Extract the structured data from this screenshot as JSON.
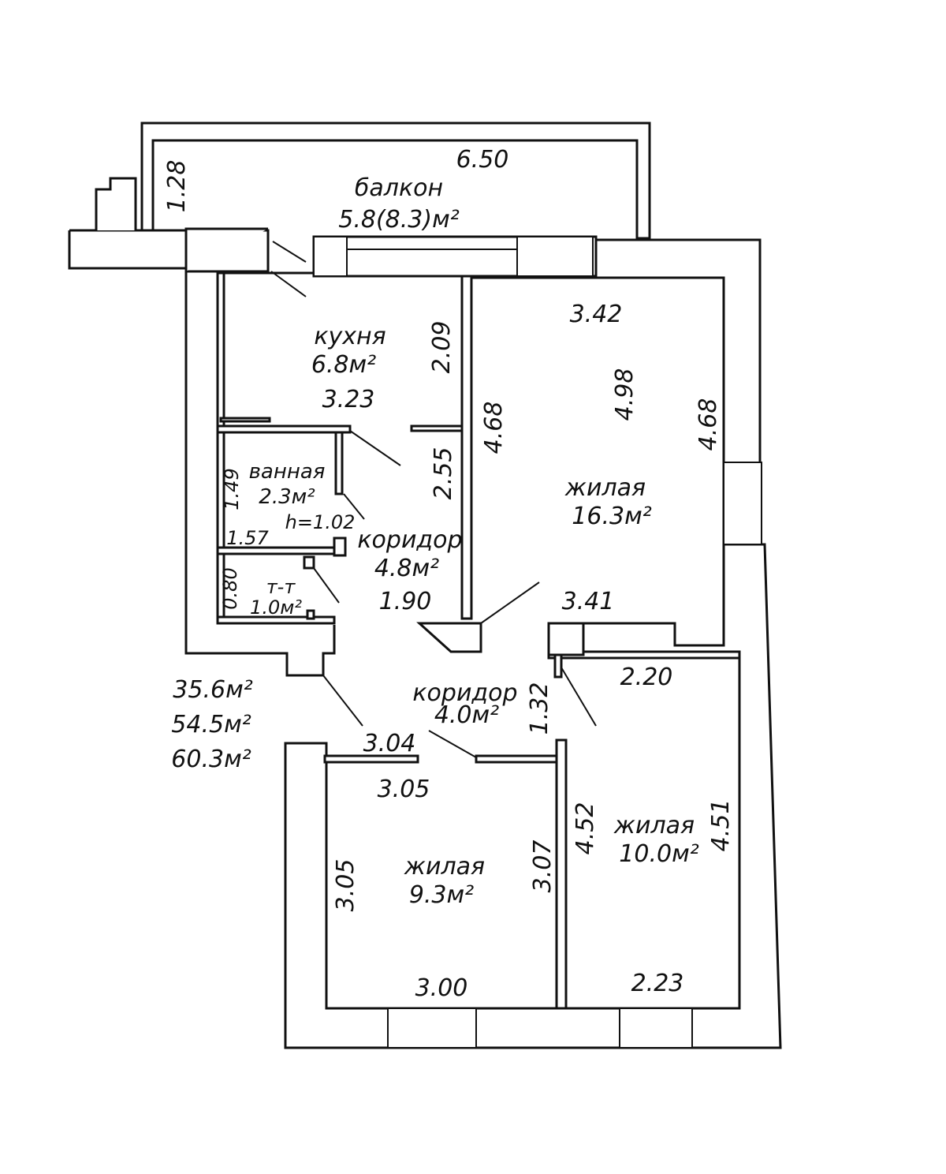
{
  "rooms": {
    "balcony": {
      "name": "балкон",
      "area": "5.8(8.3)м²"
    },
    "kitchen": {
      "name": "кухня",
      "area": "6.8м²"
    },
    "living1": {
      "name": "жилая",
      "area": "16.3м²"
    },
    "bathroom": {
      "name": "ванная",
      "area": "2.3м²"
    },
    "corridor1": {
      "name": "коридор",
      "area": "4.8м²"
    },
    "toilet": {
      "name": "т-т",
      "area": "1.0м²"
    },
    "corridor2": {
      "name": "коридор",
      "area": "4.0м²"
    },
    "living2": {
      "name": "жилая",
      "area": "10.0м²"
    },
    "living3": {
      "name": "жилая",
      "area": "9.3м²"
    }
  },
  "dimensions": {
    "balcony_len": "6.50",
    "balcony_w": "1.28",
    "kitchen_h": "2.09",
    "kitchen_w": "3.23",
    "corr1_h": "2.55",
    "corr1_w": "1.90",
    "living1_top": "3.42",
    "living1_mid": "4.98",
    "living1_left": "4.68",
    "living1_right": "4.68",
    "living1_bottom": "3.41",
    "bath_h": "1.49",
    "bath_w": "1.57",
    "bath_height": "h=1.02",
    "toilet_h": "0.80",
    "corr2_h": "1.32",
    "corr2_w": "3.04",
    "living2_top": "2.20",
    "living2_left": "4.52",
    "living2_right": "4.51",
    "living2_bottom": "2.23",
    "living3_top": "3.05",
    "living3_left": "3.05",
    "living3_right": "3.07",
    "living3_bottom": "3.00"
  },
  "totals": [
    "35.6м²",
    "54.5м²",
    "60.3м²"
  ]
}
